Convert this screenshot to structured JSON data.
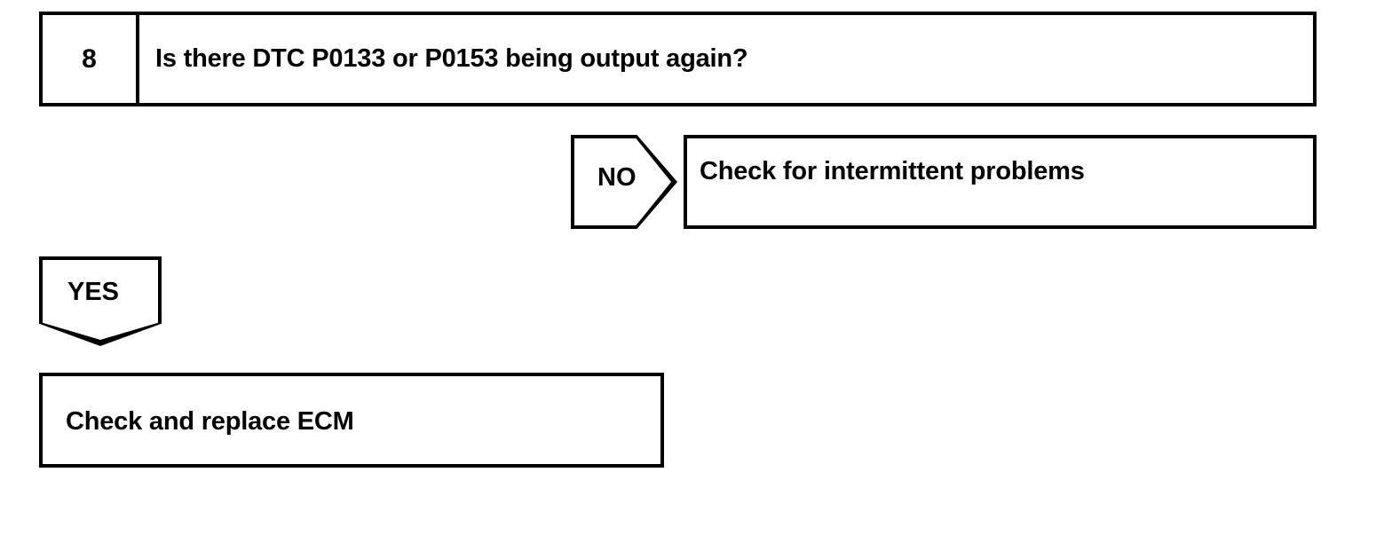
{
  "document": {
    "kind": "troubleshooting-flowchart",
    "ink_color": "#000000",
    "background_color": "#ffffff"
  },
  "step": {
    "number": "8",
    "question": "Is there DTC P0133 or P0153 being output again?"
  },
  "branches": [
    {
      "id": "no",
      "label": "NO",
      "direction": "right",
      "result": "Check for intermittent problems"
    },
    {
      "id": "yes",
      "label": "YES",
      "direction": "down",
      "result": "Check and replace ECM"
    }
  ],
  "actions": {
    "intermittent": "Check for intermittent problems",
    "ecm": "Check and replace ECM"
  }
}
